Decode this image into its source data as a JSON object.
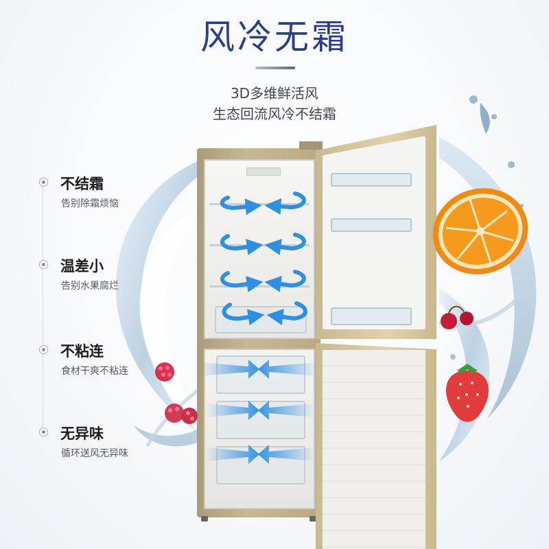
{
  "header": {
    "title": "风冷无霜",
    "subtitle_line1": "3D多维鲜活风",
    "subtitle_line2": "生态回流风冷不结霜"
  },
  "features": [
    {
      "title": "不结霜",
      "desc": "告别除霜烦恼"
    },
    {
      "title": "温差小",
      "desc": "告别水果腐烂"
    },
    {
      "title": "不粘连",
      "desc": "食材干爽不粘连"
    },
    {
      "title": "无异味",
      "desc": "循环送风无异味"
    }
  ],
  "colors": {
    "title": "#2a3d86",
    "fridge_gold": "#c7b894",
    "airflow_blue": "#2f8fe0",
    "orange_peel": "#f08a12"
  },
  "icons": [
    "bullet-dot-icon",
    "airflow-arrow-icon",
    "orange-slice-icon",
    "strawberry-icon",
    "raspberry-icon",
    "cherry-icon",
    "water-splash-icon"
  ]
}
